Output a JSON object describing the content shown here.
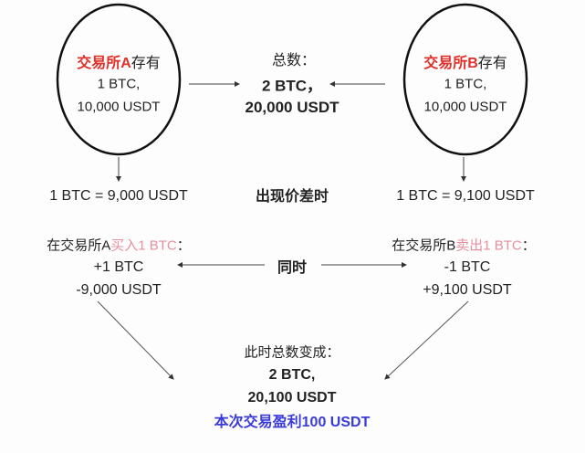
{
  "exchange_a": {
    "title_red": "交易所A",
    "title_rest": "存有",
    "btc": "1 BTC,",
    "usdt": "10,000 USDT"
  },
  "exchange_b": {
    "title_red": "交易所B",
    "title_rest": "存有",
    "btc": "1 BTC,",
    "usdt": "10,000 USDT"
  },
  "total": {
    "label": "总数：",
    "btc": "2 BTC，",
    "usdt": "20,000 USDT"
  },
  "prices": {
    "a": "1 BTC = 9,000 USDT",
    "label": "出现价差时",
    "b": "1 BTC = 9,100 USDT"
  },
  "trade_a": {
    "prefix": "在交易所A",
    "action": "买入1 BTC",
    "suffix": "：",
    "btc": "+1 BTC",
    "usdt": "-9,000 USDT"
  },
  "trade_b": {
    "prefix": "在交易所B",
    "action": "卖出1 BTC",
    "suffix": "：",
    "btc": "-1 BTC",
    "usdt": "+9,100 USDT"
  },
  "simultaneous": "同时",
  "result": {
    "label": "此时总数变成：",
    "btc": "2 BTC,",
    "usdt": "20,100 USDT",
    "profit": "本次交易盈利100 USDT"
  },
  "colors": {
    "red": "#e0302a",
    "pink": "#e8909e",
    "blue": "#3a3ad8"
  }
}
